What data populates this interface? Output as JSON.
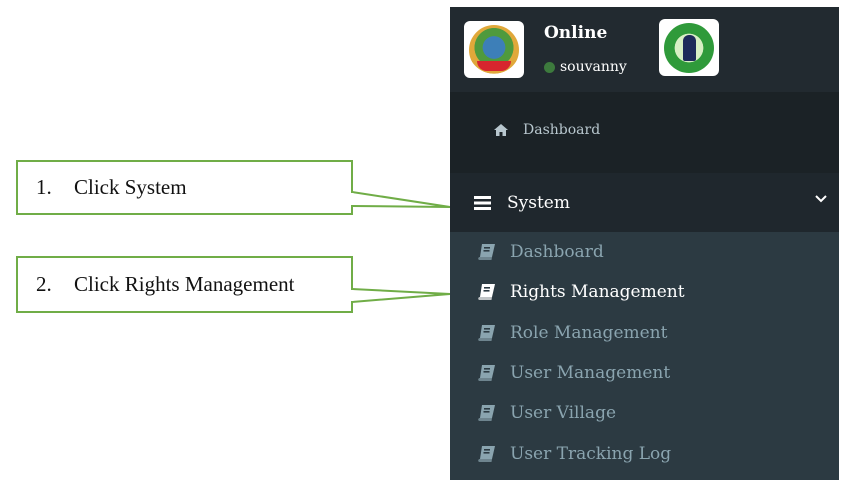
{
  "annotations": [
    {
      "number": "1.",
      "text": "Click System",
      "target": "System"
    },
    {
      "number": "2.",
      "text": "Click Rights Management",
      "target": "Rights Management"
    }
  ],
  "sidebar": {
    "header": {
      "status": "Online",
      "username": "souvanny",
      "status_color": "#3d7a3d",
      "logos": [
        {
          "name": "lao-national-emblem-logo"
        },
        {
          "name": "organization-green-logo"
        }
      ]
    },
    "breadcrumb": {
      "icon": "home-icon",
      "label": "Dashboard"
    },
    "section": {
      "icon": "bars-icon",
      "label": "System",
      "expand_icon": "chevron-down-icon"
    },
    "items": [
      {
        "label": "Dashboard",
        "icon": "book-icon",
        "active": false
      },
      {
        "label": "Rights Management",
        "icon": "book-icon",
        "active": true
      },
      {
        "label": "Role Management",
        "icon": "book-icon",
        "active": false
      },
      {
        "label": "User Management",
        "icon": "book-icon",
        "active": false
      },
      {
        "label": "User Village",
        "icon": "book-icon",
        "active": false
      },
      {
        "label": "User Tracking Log",
        "icon": "book-icon",
        "active": false
      }
    ],
    "colors": {
      "header_bg": "#222a30",
      "breadcrumb_bg": "#1b2226",
      "section_bg": "#1f272d",
      "submenu_bg": "#2c3a42",
      "item_text": "#8aa4af",
      "item_text_active": "#ffffff",
      "callout_border": "#70ad47"
    }
  }
}
